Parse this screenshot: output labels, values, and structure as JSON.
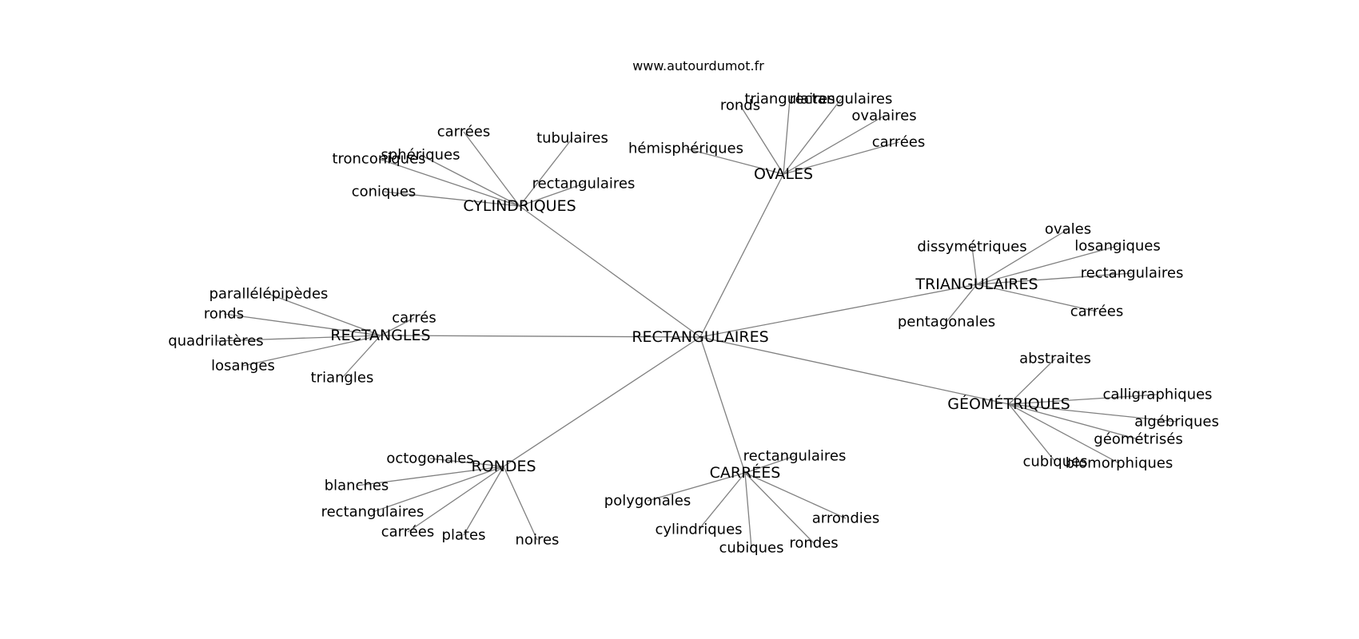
{
  "site": "www.autourdumot.fr",
  "center": "RECTANGULAIRES",
  "groups": [
    {
      "label": "OVALES",
      "leaves": [
        "ronds",
        "triangulaires",
        "rectangulaires",
        "ovalaires",
        "carrées",
        "hémisphériques"
      ]
    },
    {
      "label": "CYLINDRIQUES",
      "leaves": [
        "carrées",
        "sphériques",
        "tronconiques",
        "coniques",
        "tubulaires",
        "rectangulaires"
      ]
    },
    {
      "label": "TRIANGULAIRES",
      "leaves": [
        "ovales",
        "dissymétriques",
        "losangiques",
        "rectangulaires",
        "carrées",
        "pentagonales"
      ]
    },
    {
      "label": "RECTANGLES",
      "leaves": [
        "parallélépipèdes",
        "ronds",
        "quadrilatères",
        "losanges",
        "carrés",
        "triangles"
      ]
    },
    {
      "label": "GÉOMÉTRIQUES",
      "leaves": [
        "abstraites",
        "calligraphiques",
        "algébriques",
        "géométrisés",
        "biomorphiques",
        "cubiques"
      ]
    },
    {
      "label": "RONDES",
      "leaves": [
        "octogonales",
        "blanches",
        "rectangulaires",
        "carrées",
        "plates",
        "noires"
      ]
    },
    {
      "label": "CARRÉES",
      "leaves": [
        "rectangulaires",
        "polygonales",
        "cylindriques",
        "cubiques",
        "rondes",
        "arrondies"
      ]
    }
  ]
}
